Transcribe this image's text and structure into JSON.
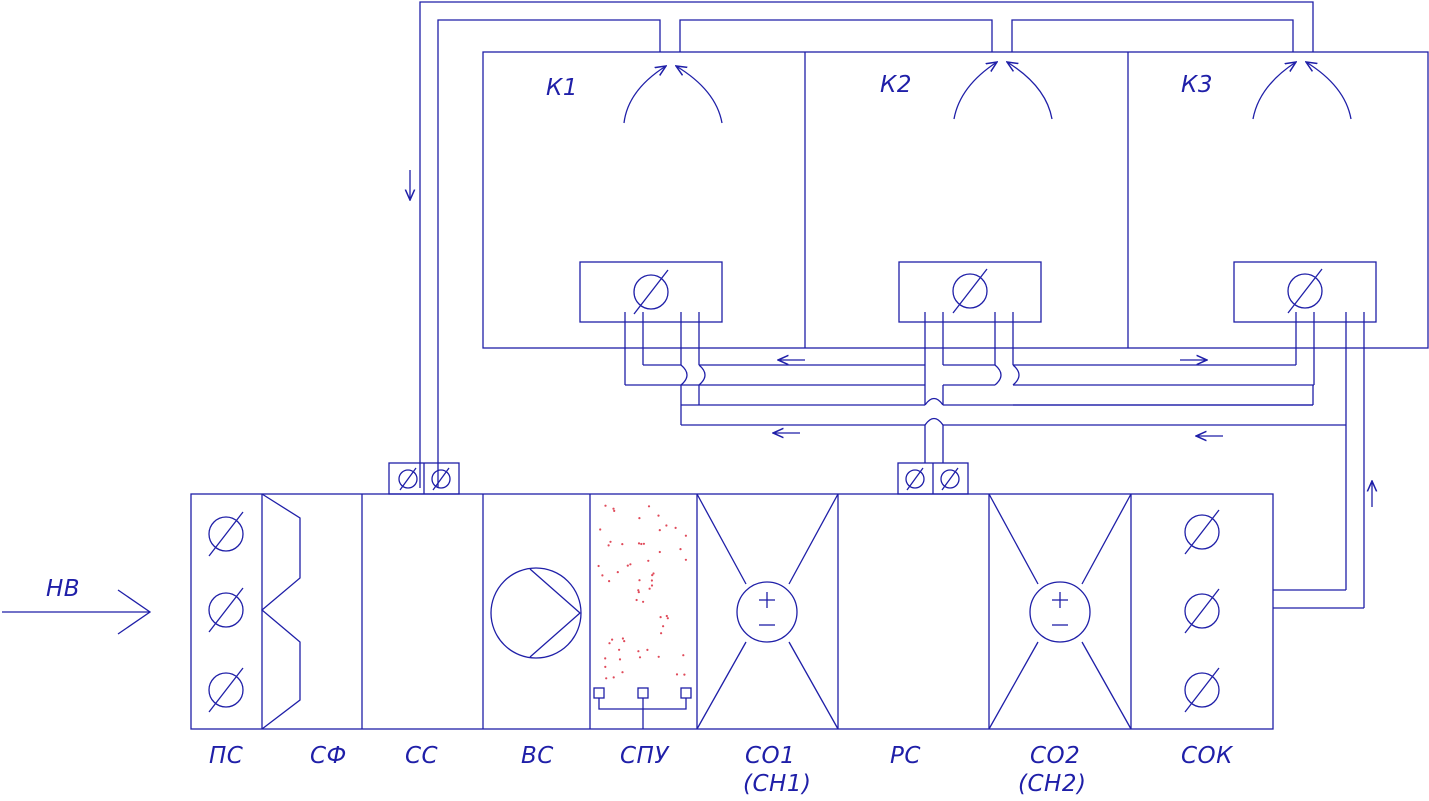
{
  "colors": {
    "line": "#1f1fa8",
    "spray_dots": "#e04a5a"
  },
  "diagram": {
    "inlet_label": "НВ",
    "rooms": [
      {
        "id": "k1",
        "label": "К1"
      },
      {
        "id": "k2",
        "label": "К2"
      },
      {
        "id": "k3",
        "label": "К3"
      }
    ],
    "sections": [
      {
        "id": "ps",
        "label": "ПС",
        "label2": ""
      },
      {
        "id": "sf",
        "label": "СФ",
        "label2": ""
      },
      {
        "id": "ss",
        "label": "СС",
        "label2": ""
      },
      {
        "id": "vs",
        "label": "ВС",
        "label2": ""
      },
      {
        "id": "spu",
        "label": "СПУ",
        "label2": ""
      },
      {
        "id": "so1",
        "label": "СО1",
        "label2": "(СН1)"
      },
      {
        "id": "rs",
        "label": "РС",
        "label2": ""
      },
      {
        "id": "so2",
        "label": "СО2",
        "label2": "(СН2)"
      },
      {
        "id": "sok",
        "label": "СОК",
        "label2": ""
      }
    ]
  }
}
